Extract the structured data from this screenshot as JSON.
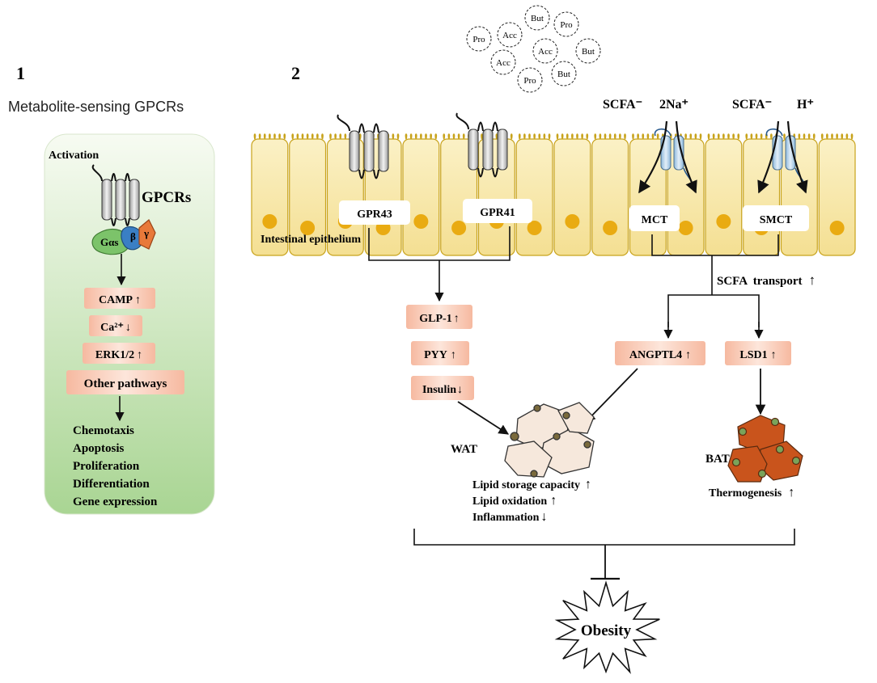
{
  "panel1": {
    "number": "1",
    "title": "Metabolite-sensing GPCRs",
    "activation": "Activation",
    "gpcrs": "GPCRs",
    "g_alpha": "Gαs",
    "g_beta": "β",
    "g_gamma": "γ",
    "pathways": [
      {
        "label": "CAMP",
        "arrow": "↑"
      },
      {
        "label": "Ca²⁺",
        "arrow": "↓"
      },
      {
        "label": "ERK1/2",
        "arrow": "↑"
      },
      {
        "label": "Other pathways",
        "arrow": ""
      }
    ],
    "outcomes": [
      "Chemotaxis",
      "Apoptosis",
      "Proliferation",
      "Differentiation",
      "Gene expression"
    ]
  },
  "panel2": {
    "number": "2",
    "scfa_molecules": [
      "Pro",
      "Acc",
      "But",
      "Pro",
      "Acc",
      "Acc",
      "But",
      "Pro",
      "But"
    ],
    "epithelium_label": "Intestinal epithelium",
    "receptors": [
      "GPR43",
      "GPR41"
    ],
    "transporters": [
      "MCT",
      "SMCT"
    ],
    "mct_ions": {
      "scfa": "SCFA⁻",
      "ion": "2Na⁺"
    },
    "smct_ions": {
      "scfa": "SCFA⁻",
      "ion": "H⁺"
    },
    "scfa_transport": "SCFA  transport",
    "scfa_transport_arrow": "↑",
    "hormones": [
      {
        "label": "GLP-1",
        "arrow": "↑"
      },
      {
        "label": "PYY",
        "arrow": "↑"
      },
      {
        "label": "Insulin",
        "arrow": "↓"
      }
    ],
    "angptl4": {
      "label": "ANGPTL4",
      "arrow": "↑"
    },
    "lsd1": {
      "label": "LSD1",
      "arrow": "↑"
    },
    "wat": "WAT",
    "bat": "BAT",
    "wat_effects": [
      {
        "label": "Lipid storage capacity",
        "arrow": "↑"
      },
      {
        "label": "Lipid oxidation",
        "arrow": "↑"
      },
      {
        "label": "Inflammation",
        "arrow": "↓"
      }
    ],
    "bat_effect": {
      "label": "Thermogenesis",
      "arrow": "↑"
    },
    "obesity": "Obesity"
  },
  "colors": {
    "cell_fill": "#f7e6a6",
    "cell_stroke": "#c8a31c",
    "nucleus": "#e9ab12",
    "pink_box": "#f6c7b2",
    "panel_green": "#b8dca4",
    "g_alpha": "#7cc36a",
    "g_beta": "#3a7fc4",
    "g_gamma": "#e8793a",
    "wat_fill": "#f6e8dc",
    "bat_fill": "#c9541c",
    "transporter": "#bcd6ea"
  }
}
